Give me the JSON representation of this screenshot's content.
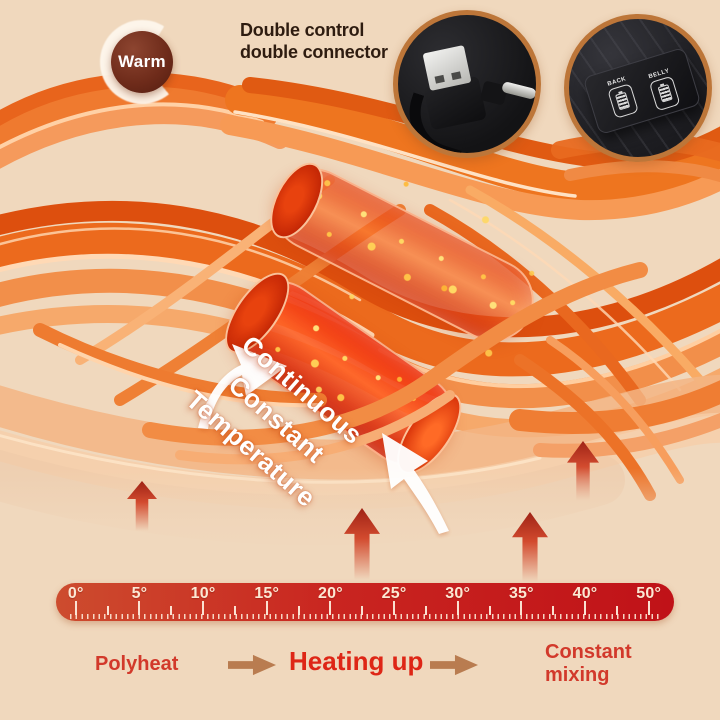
{
  "badge": {
    "label": "Warm"
  },
  "header": {
    "line1": "Double control",
    "line2": "double connector"
  },
  "insets": {
    "controller": {
      "back_label": "BACK",
      "belly_label": "BELLY"
    }
  },
  "callout": {
    "line1": "Continuous",
    "line2": "Constant",
    "line3": "Temperature"
  },
  "ruler": {
    "ticks": [
      "0°",
      "5°",
      "10°",
      "15°",
      "20°",
      "25°",
      "30°",
      "35°",
      "40°",
      "50°"
    ]
  },
  "process": {
    "step1": "Polyheat",
    "step2": "Heating up",
    "step3": "Constant mixing"
  },
  "colors": {
    "background": "#f0d8bd",
    "ruler_left": "#cd4c2e",
    "ruler_right": "#c01218",
    "accent_red": "#d2392b",
    "heating_red": "#de2616",
    "arrow_brown": "#b97c50",
    "badge_maroon": "#6e2b1a",
    "fiber_orange": "#ee751f"
  }
}
